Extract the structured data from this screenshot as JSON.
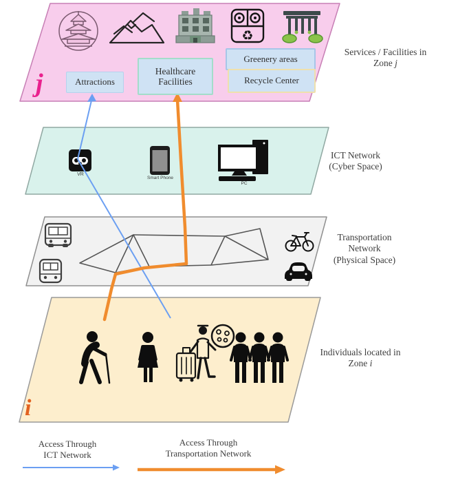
{
  "colors": {
    "zone_j": "#e9218e",
    "zone_i": "#e2611f",
    "ict_link": "#6b9ff2",
    "transport_link": "#f08c2e",
    "services_fill": "#f8cdec",
    "ict_fill": "#d9f2ec",
    "transport_fill": "#f2f2f2",
    "individuals_fill": "#fdeecd",
    "label_box_fill": "#cfe2f4"
  },
  "layers": {
    "services": {
      "zone_letter": "j",
      "caption_line1": "Services / Facilities in",
      "caption_zone_word": "Zone",
      "recycle_glyph": "♻",
      "boxes": [
        {
          "label": "Attractions"
        },
        {
          "label": "Healthcare Facilities"
        },
        {
          "label": "Greenery areas"
        },
        {
          "label": "Recycle Center"
        }
      ],
      "icons": [
        "pagoda-icon",
        "mountains-icon",
        "hospital-icon",
        "recycle-appliances-icon",
        "greenery-structure-icon"
      ]
    },
    "ict": {
      "caption_line1": "ICT Network",
      "caption_line2": "(Cyber Space)",
      "devices": [
        {
          "label": "VR"
        },
        {
          "label": "Smart Phone"
        },
        {
          "label": "PC"
        }
      ]
    },
    "transport": {
      "caption_line1": "Transportation",
      "caption_line2": "Network",
      "caption_line3": "(Physical Space)",
      "icons": [
        "bus-icon",
        "train-icon",
        "bicycle-icon",
        "car-icon"
      ]
    },
    "individuals": {
      "zone_letter": "i",
      "caption_line1": "Individuals located in",
      "caption_zone_word": "Zone",
      "icons": [
        "elderly-person-icon",
        "woman-icon",
        "traveler-icon",
        "people-group-icon"
      ]
    }
  },
  "legend": {
    "ict": {
      "line1": "Access Through",
      "line2": "ICT Network"
    },
    "transport": {
      "line1": "Access Through",
      "line2": "Transportation Network"
    }
  }
}
